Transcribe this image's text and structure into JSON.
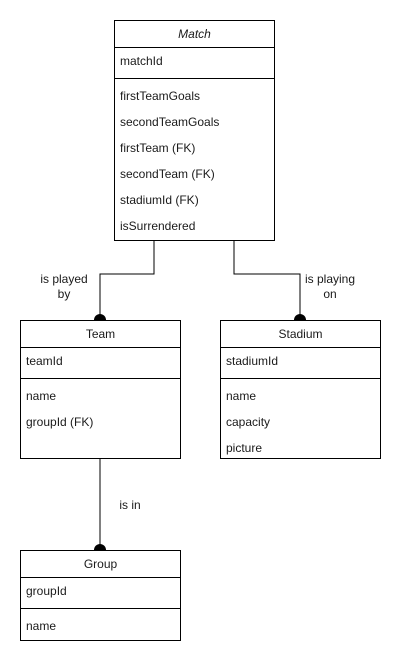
{
  "entities": {
    "match": {
      "title": "Match",
      "key_fields": [
        "matchId"
      ],
      "fields": [
        "firstTeamGoals",
        "secondTeamGoals",
        "firstTeam (FK)",
        "secondTeam (FK)",
        "stadiumId (FK)",
        "isSurrendered"
      ]
    },
    "team": {
      "title": "Team",
      "key_fields": [
        "teamId"
      ],
      "fields": [
        "name",
        "groupId (FK)"
      ]
    },
    "stadium": {
      "title": "Stadium",
      "key_fields": [
        "stadiumId"
      ],
      "fields": [
        "name",
        "capacity",
        "picture"
      ]
    },
    "group": {
      "title": "Group",
      "key_fields": [
        "groupId"
      ],
      "fields": [
        "name"
      ]
    }
  },
  "relations": {
    "match_team": {
      "label_line1": "is played",
      "label_line2": "by"
    },
    "match_stadium": {
      "label_line1": "is playing",
      "label_line2": "on"
    },
    "team_group": {
      "label": "is in"
    }
  }
}
